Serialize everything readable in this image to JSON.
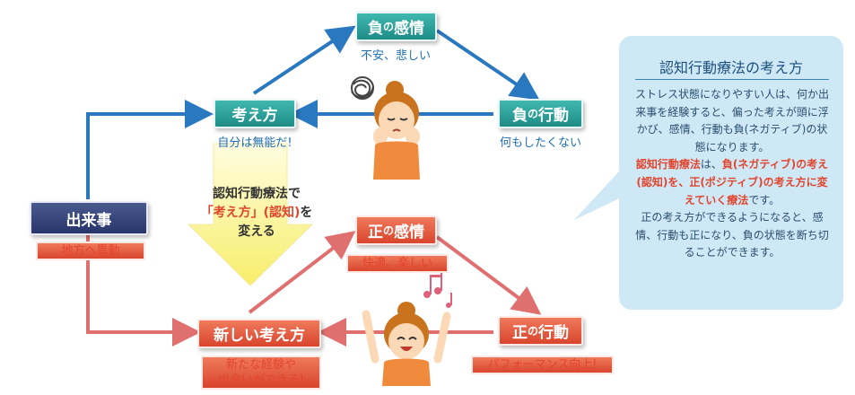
{
  "cycle_negative": {
    "emotion": {
      "label_main": "負",
      "label_small": "の",
      "label_tail": "感情",
      "caption": "不安、悲しい"
    },
    "thought": {
      "label": "考え方",
      "caption": "自分は無能だ!"
    },
    "action": {
      "label_main": "負",
      "label_small": "の",
      "label_tail": "行動",
      "caption": "何もしたくない"
    }
  },
  "cycle_positive": {
    "emotion": {
      "label_main": "正",
      "label_small": "の",
      "label_tail": "感情",
      "caption": "快適、楽しい"
    },
    "thought": {
      "label": "新しい考え方",
      "caption_line1": "新たな経験や",
      "caption_line2": "出会いができる!"
    },
    "action": {
      "label_main": "正",
      "label_small": "の",
      "label_tail": "行動",
      "caption": "パフォーマンス向上!"
    }
  },
  "event": {
    "label": "出来事",
    "caption": "地方へ異動"
  },
  "transform": {
    "line1": "認知行動療法で",
    "line2_hl": "「考え方」(認知)",
    "line2_tail": "を",
    "line3": "変える"
  },
  "panel": {
    "title": "認知行動療法の考え方",
    "p1": "ストレス状態になりやすい人は、何か出来事を経験すると、偏った考えが頭に浮かび、感情、行動も負(ネガティブ)の状態になります。",
    "p2_hl1": "認知行動療法",
    "p2_a": "は、",
    "p2_hl2": "負(ネガティブ)の考え(認知)を、正(ポジティブ)の考え方に変えていく療法",
    "p2_b": "です。",
    "p3": "正の考え方ができるようになると、感情、行動も正になり、負の状態を断ち切ることができます。"
  },
  "colors": {
    "blue": "#2a78c0",
    "red": "#e06a6a",
    "teal": "#1e8c86",
    "orange": "#e2452e",
    "navy": "#28356a"
  }
}
